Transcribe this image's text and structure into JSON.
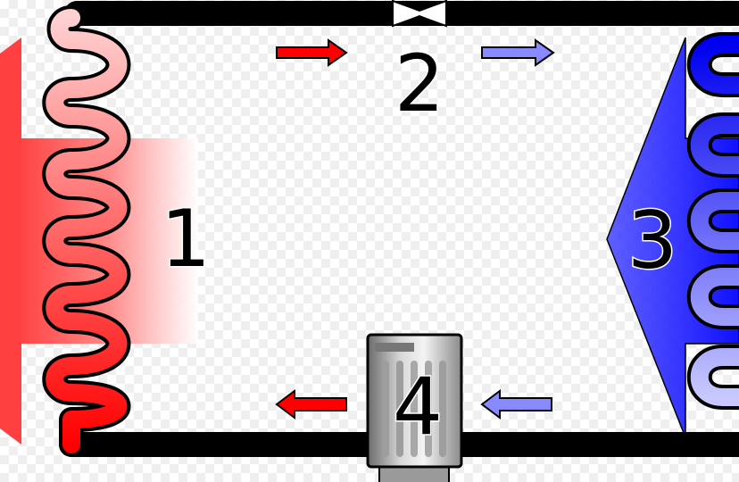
{
  "labels": {
    "condenser": "1",
    "expansion_valve": "2",
    "evaporator": "3",
    "compressor": "4"
  },
  "colors": {
    "hot": "#ff0000",
    "hot_light": "#ffd0d0",
    "cold": "#0000ff",
    "cold_light": "#c8c8ff",
    "arrow_hot": "#ff0000",
    "arrow_cold": "#8888ff",
    "outline": "#000000"
  },
  "flow_arrows": [
    {
      "direction": "right",
      "temperature": "hot"
    },
    {
      "direction": "right",
      "temperature": "cold"
    },
    {
      "direction": "left",
      "temperature": "hot"
    },
    {
      "direction": "left",
      "temperature": "cold"
    }
  ]
}
